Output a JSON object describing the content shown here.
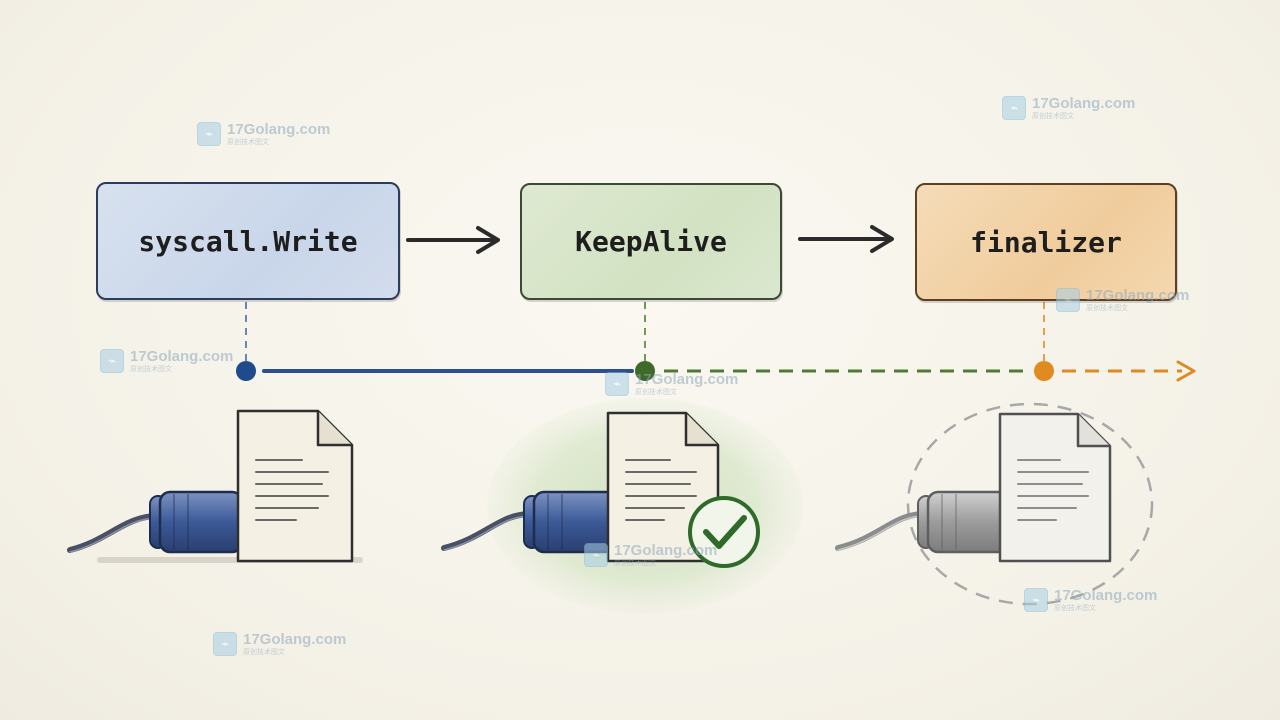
{
  "diagram": {
    "stages": [
      {
        "id": "syscall",
        "label": "syscall.Write",
        "fill": "#c9d6ea",
        "line_color": "#2b4f8f"
      },
      {
        "id": "keepalive",
        "label": "KeepAlive",
        "fill": "#d2e2c2",
        "line_color": "#4f7a36"
      },
      {
        "id": "finalizer",
        "label": "finalizer",
        "fill": "#f0cc9c",
        "line_color": "#de8a22"
      }
    ],
    "timeline": {
      "segment_1_style": "solid",
      "segment_2_style": "dashed",
      "segment_3_style": "dashed-arrow"
    },
    "illustrations": [
      {
        "name": "plugged-cable-and-file",
        "tint": "blue"
      },
      {
        "name": "protected-cable-and-file",
        "tint": "green",
        "badge": "check-icon"
      },
      {
        "name": "collected-cable-and-file",
        "tint": "gray"
      }
    ]
  },
  "watermark": {
    "brand": "17Golang.com",
    "tagline": "原创技术图文"
  },
  "colors": {
    "background": "#f6f3ea",
    "blue": "#2b4f8f",
    "green": "#4f7a36",
    "orange": "#de8a22",
    "ink": "#2a2a2a"
  }
}
